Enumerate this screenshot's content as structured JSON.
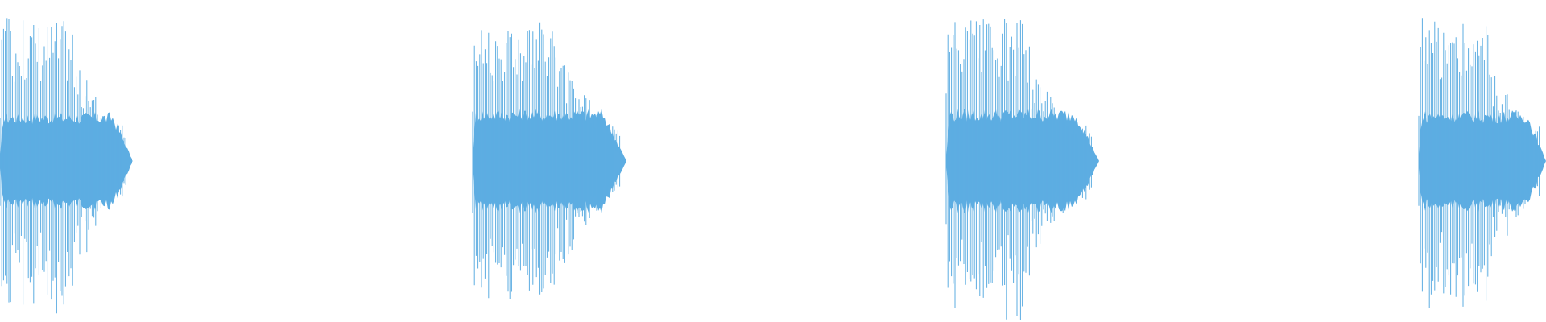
{
  "waveform": {
    "color": "#5dade2",
    "bursts": [
      {
        "peak": 0.94,
        "body": 0.28,
        "sustain": 0.72
      },
      {
        "peak": 0.92,
        "body": 0.3,
        "sustain": 0.78
      },
      {
        "peak": 0.93,
        "body": 0.3,
        "sustain": 0.66
      },
      {
        "peak": 0.95,
        "body": 0.29,
        "sustain": 0.7
      }
    ]
  }
}
